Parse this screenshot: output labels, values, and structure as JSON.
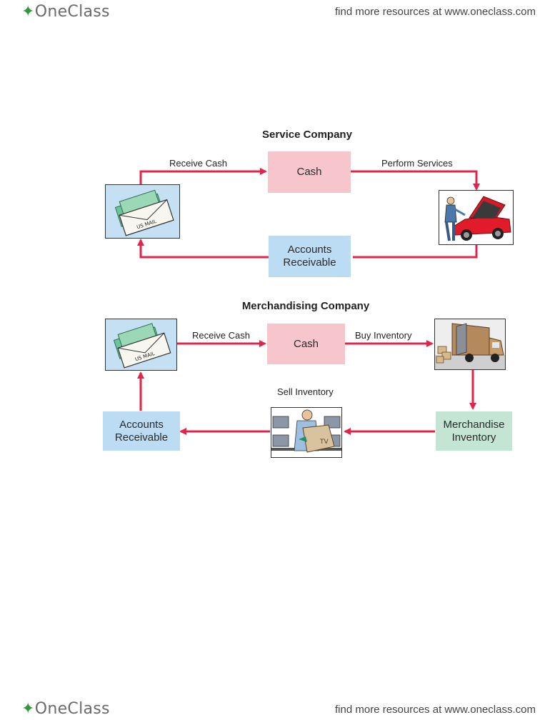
{
  "header": {
    "brand": "OneClass",
    "tagline": "find more resources at www.oneclass.com"
  },
  "footer": {
    "brand": "OneClass",
    "tagline": "find more resources at www.oneclass.com"
  },
  "service": {
    "title": "Service Company",
    "cash": "Cash",
    "receivable": [
      "Accounts",
      "Receivable"
    ],
    "receive_cash_label": "Receive Cash",
    "perform_services_label": "Perform Services",
    "envelope_stamp": "US MAIL"
  },
  "merchandising": {
    "title": "Merchandising Company",
    "cash": "Cash",
    "receivable": [
      "Accounts",
      "Receivable"
    ],
    "inventory": [
      "Merchandise",
      "Inventory"
    ],
    "receive_cash_label": "Receive Cash",
    "buy_inventory_label": "Buy Inventory",
    "sell_inventory_label": "Sell Inventory",
    "envelope_stamp": "US MAIL",
    "box_mark": "TV"
  },
  "colors": {
    "arrow": "#e0244a",
    "cash": "#f7c6cd",
    "receivable": "#bcdcf3",
    "inventory": "#c4e5d3"
  }
}
